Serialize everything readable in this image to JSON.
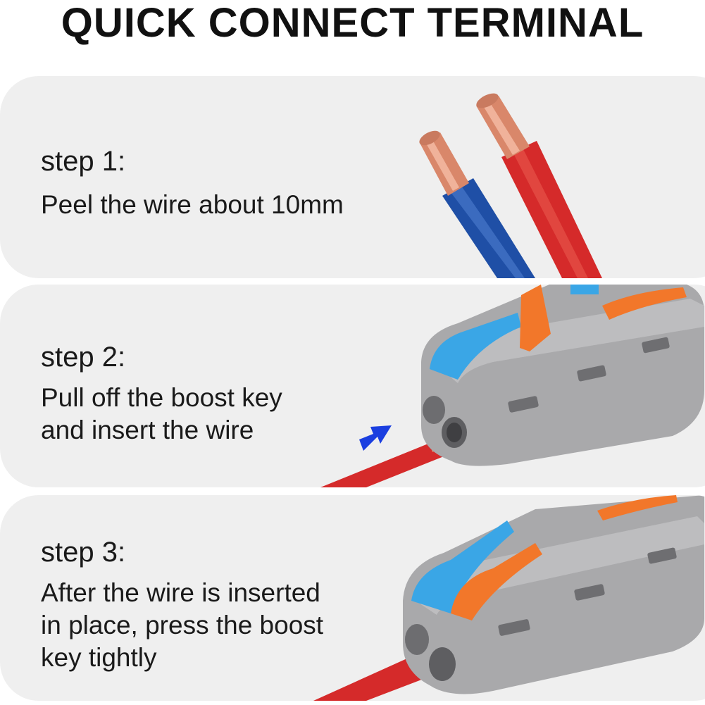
{
  "title": "QUICK CONNECT TERMINAL",
  "steps": [
    {
      "label": "step 1:",
      "desc_lines": [
        "Peel the wire about 10mm"
      ]
    },
    {
      "label": "step 2:",
      "desc_lines": [
        "Pull off the boost key",
        "and insert the wire"
      ]
    },
    {
      "label": "step 3:",
      "desc_lines": [
        "After the wire is inserted",
        "in place, press the boost",
        "key tightly"
      ]
    }
  ],
  "colors": {
    "panel_bg": "#efefef",
    "wire_red": "#d52a2a",
    "wire_blue": "#1f4fa6",
    "copper": "#d9876a",
    "connector_gray": "#a9a9ab",
    "lever_blue": "#3aa6e6",
    "lever_orange": "#f2772a",
    "arrow_blue": "#1b3fe0"
  }
}
